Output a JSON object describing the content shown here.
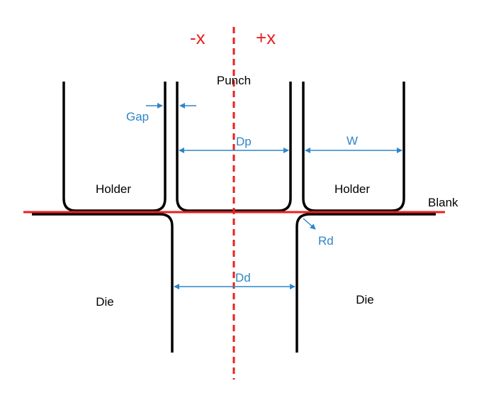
{
  "colors": {
    "outline": "#000000",
    "blank": "#e8201f",
    "centerline": "#e8201f",
    "dimension": "#2e86c8"
  },
  "axis": {
    "minus_x": "-x",
    "plus_x": "+x"
  },
  "labels": {
    "punch": "Punch",
    "holder_left": "Holder",
    "holder_right": "Holder",
    "blank": "Blank",
    "die_left": "Die",
    "die_right": "Die"
  },
  "dimensions": {
    "gap": "Gap",
    "dp": "Dp",
    "w": "W",
    "rd": "Rd",
    "dd": "Dd"
  }
}
